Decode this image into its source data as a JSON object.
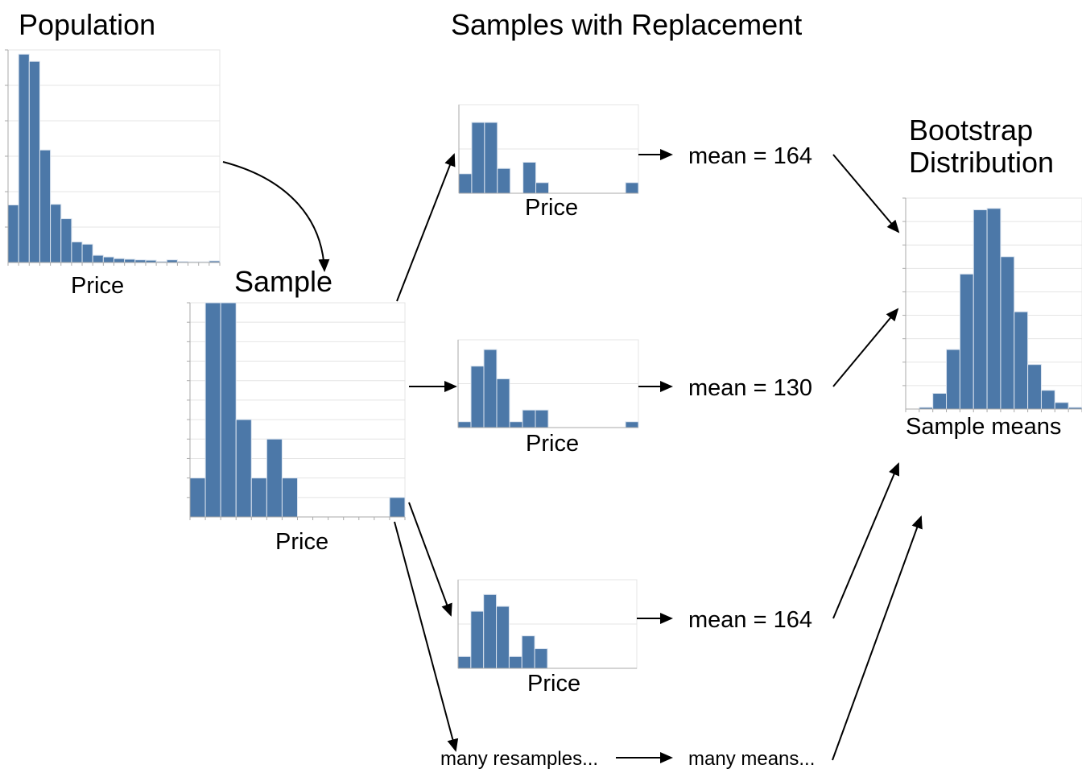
{
  "titles": {
    "population": "Population",
    "sample": "Sample",
    "resamples": "Samples with Replacement",
    "bootstrap_line1": "Bootstrap",
    "bootstrap_line2": "Distribution"
  },
  "labels": {
    "population_axis": "Price",
    "sample_axis": "Price",
    "resample1_axis": "Price",
    "resample2_axis": "Price",
    "resample3_axis": "Price",
    "bootstrap_axis": "Sample means",
    "mean1": "mean = 164",
    "mean2": "mean = 130",
    "mean3": "mean = 164",
    "many_resamples": "many resamples...",
    "many_means": "many means..."
  },
  "colors": {
    "bar": "#4c78a8",
    "bar_stroke": "#dbe4ef",
    "grid": "#e4e4e4",
    "axis": "#aaaaaa",
    "arrow": "#000000"
  },
  "chart_data": [
    {
      "id": "population",
      "type": "bar",
      "title": "Population",
      "xlabel": "Price",
      "ylabel": "",
      "grid": true,
      "values": [
        1.76,
        6.37,
        6.15,
        3.44,
        1.78,
        1.34,
        0.63,
        0.56,
        0.22,
        0.17,
        0.12,
        0.1,
        0.08,
        0.07,
        0.03,
        0.08,
        0.03,
        0.02,
        0.02,
        0.05
      ],
      "ylim": [
        0,
        6.5
      ],
      "gridlines": 6
    },
    {
      "id": "sample",
      "type": "bar",
      "title": "Sample",
      "xlabel": "Price",
      "ylabel": "",
      "grid": true,
      "values": [
        2,
        11,
        11,
        5,
        2,
        4,
        2,
        0,
        0,
        0,
        0,
        0,
        0,
        1
      ],
      "ylim": [
        0,
        11
      ],
      "gridlines": 11
    },
    {
      "id": "resample1",
      "type": "bar",
      "xlabel": "Price",
      "grid": true,
      "values": [
        2.2,
        8,
        8,
        2.8,
        0,
        3.5,
        1.2,
        0,
        0,
        0,
        0,
        0,
        0,
        1.2
      ],
      "ylim": [
        0,
        10
      ],
      "gridlines": 2
    },
    {
      "id": "resample2",
      "type": "bar",
      "xlabel": "Price",
      "grid": true,
      "values": [
        0.6,
        6.3,
        8,
        5,
        0.6,
        1.8,
        1.8,
        0,
        0,
        0,
        0,
        0,
        0,
        0.6
      ],
      "ylim": [
        0,
        9
      ],
      "gridlines": 2
    },
    {
      "id": "resample3",
      "type": "bar",
      "xlabel": "Price",
      "grid": true,
      "values": [
        1.2,
        5.8,
        7.5,
        6.3,
        1.2,
        3.3,
        2
      ],
      "ylim": [
        0,
        9
      ],
      "gridlines": 2
    },
    {
      "id": "bootstrap",
      "type": "bar",
      "title": "Bootstrap Distribution",
      "xlabel": "Sample means",
      "grid": true,
      "values": [
        0,
        0.07,
        0.67,
        2.54,
        5.76,
        8.5,
        8.56,
        6.5,
        4.15,
        1.9,
        0.8,
        0.28,
        0.07
      ],
      "ylim": [
        0,
        9
      ],
      "gridlines": 9
    }
  ]
}
